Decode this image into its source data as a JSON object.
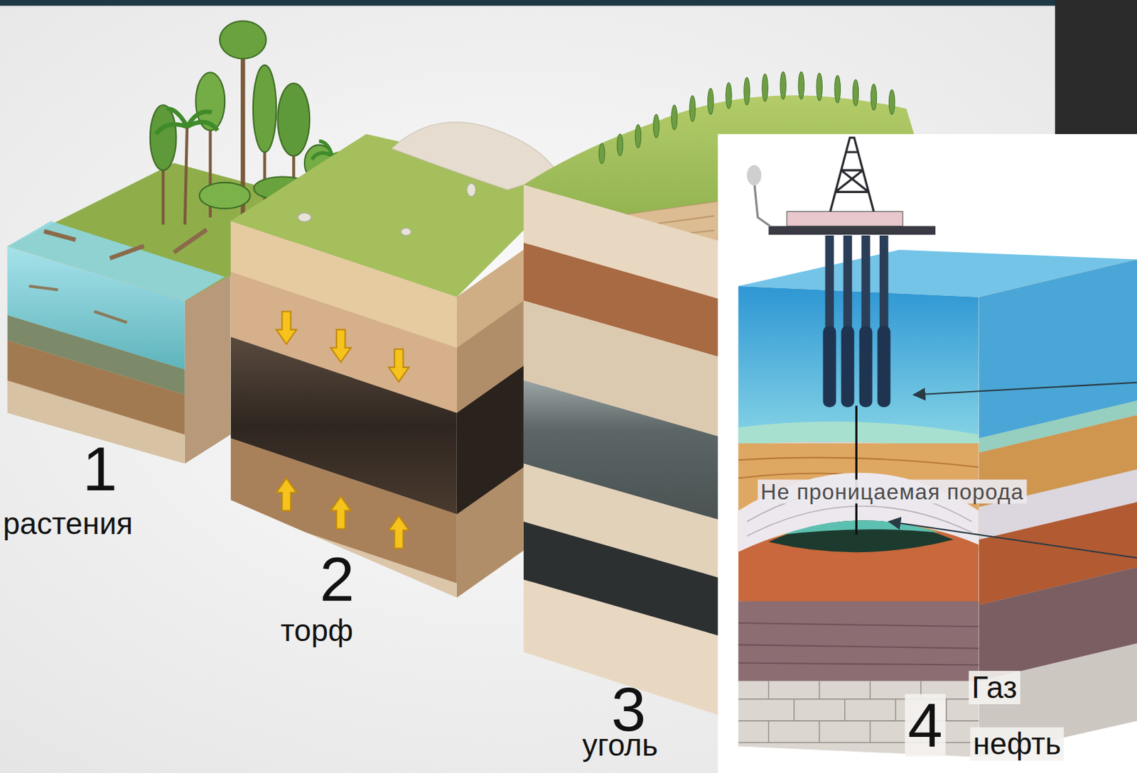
{
  "diagram": {
    "labels": [
      "1",
      "растения",
      "2",
      "торф",
      "3",
      "уголь",
      "Не проницаемая порода",
      "Газ",
      "4",
      "нефть"
    ]
  }
}
